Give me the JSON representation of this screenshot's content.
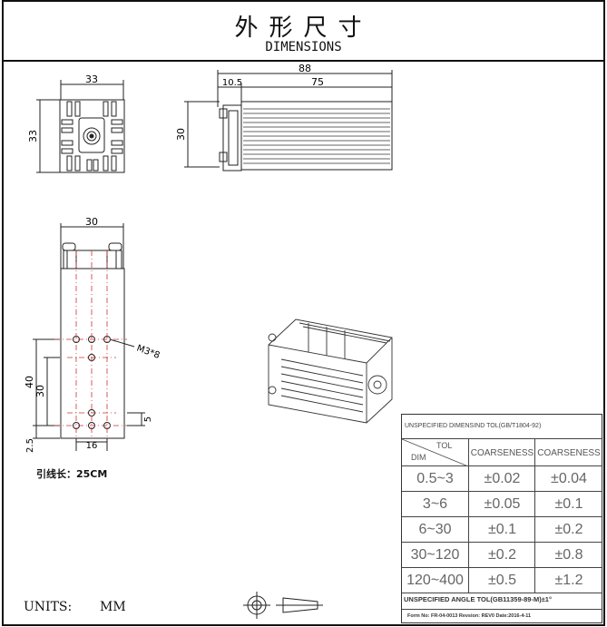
{
  "header": {
    "title_cn": "外形尺寸",
    "title_en": "DIMENSIONS"
  },
  "top_view": {
    "width_dim": "33",
    "height_dim": "33"
  },
  "side_view": {
    "total_length_dim": "88",
    "flange_dim": "10.5",
    "body_length_dim": "75",
    "height_dim": "30"
  },
  "bottom_view": {
    "width_dim": "30",
    "hole_callout": "M3*8",
    "dim_40": "40",
    "dim_30": "30",
    "dim_5": "5",
    "dim_2_5": "2.5",
    "dim_16": "16"
  },
  "cable_note": "引线长：25CM",
  "units": {
    "label": "UNITS:",
    "value": "MM"
  },
  "tolerance_table": {
    "caption": "UNSPECIFIED DIMENSIND TOL(GB/T1804-92)",
    "header_tol": "TOL",
    "header_dim": "DIM",
    "col2": "COARSENESS",
    "col3": "COARSENESS",
    "rows": [
      {
        "dim": "0.5~3",
        "a": "±0.02",
        "b": "±0.04"
      },
      {
        "dim": "3~6",
        "a": "±0.05",
        "b": "±0.1"
      },
      {
        "dim": "6~30",
        "a": "±0.1",
        "b": "±0.2"
      },
      {
        "dim": "30~120",
        "a": "±0.2",
        "b": "±0.8"
      },
      {
        "dim": "120~400",
        "a": "±0.5",
        "b": "±1.2"
      }
    ],
    "angle_tol": "UNSPECIFIED ANGLE TOL(GB11359-89-M)±1°",
    "form_info": "Form No: FR-04-0013 Revsion: REV0  Date:2016-4-11"
  }
}
